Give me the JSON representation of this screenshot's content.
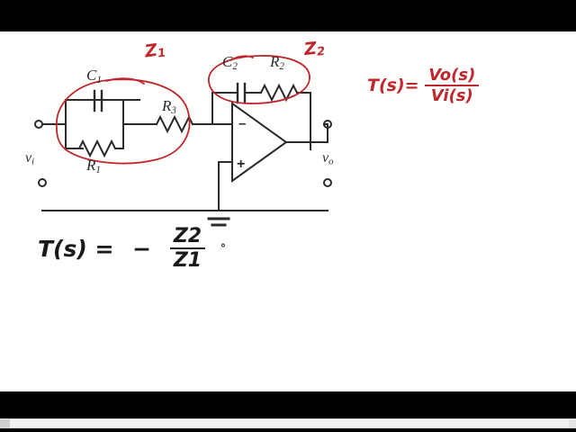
{
  "media": {
    "letterbox_color": "#000000",
    "page_color": "#fffffe",
    "ink_color": "#2b2b2b",
    "annotation_color": "#c0272d"
  },
  "diagram": {
    "title": "inverting-op-amp-circuit",
    "terminals": {
      "input_label": "v",
      "input_sub": "i",
      "output_label": "v",
      "output_sub": "o"
    },
    "components": [
      {
        "id": "C1",
        "letter": "C",
        "sub": "1",
        "type": "capacitor"
      },
      {
        "id": "R1",
        "letter": "R",
        "sub": "1",
        "type": "resistor"
      },
      {
        "id": "R3",
        "letter": "R",
        "sub": "3",
        "type": "resistor"
      },
      {
        "id": "C2",
        "letter": "C",
        "sub": "2",
        "type": "capacitor"
      },
      {
        "id": "R2",
        "letter": "R",
        "sub": "2",
        "type": "resistor"
      }
    ],
    "opamp": {
      "inverting_pin": "-",
      "noninverting_pin": "+"
    },
    "ground": "ground-symbol"
  },
  "annotations": {
    "z1": "Z",
    "z1_sub": "1",
    "z2": "Z",
    "z2_sub": "2",
    "transfer_red": {
      "lhs": "T(s)=",
      "numerator": "Vo(s)",
      "denominator": "Vi(s)"
    },
    "transfer_black": {
      "lhs": "T(s) =",
      "sign": "−",
      "numerator": "Z2",
      "denominator": "Z1",
      "trailing": "°"
    }
  }
}
